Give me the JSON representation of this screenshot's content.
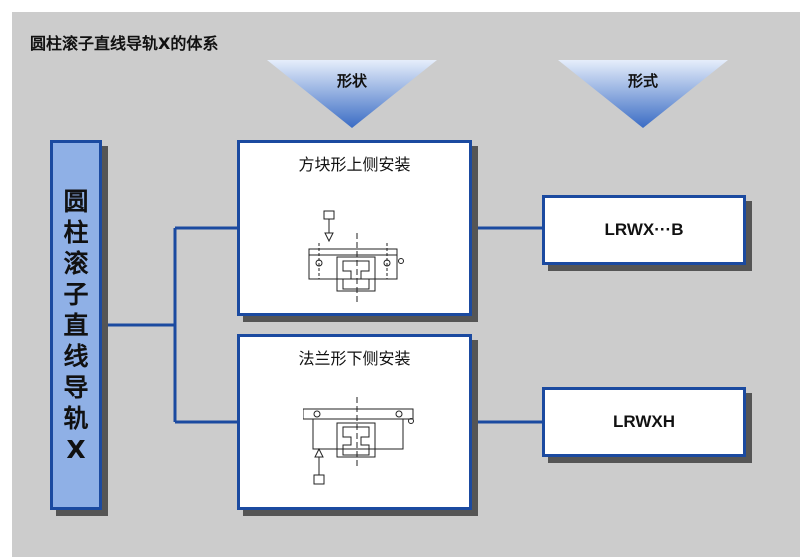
{
  "title": "圆柱滚子直线导轨X的体系",
  "headers": {
    "shape": "形状",
    "type": "形式"
  },
  "vertical_label": "圆柱滚子直线导轨X",
  "shapes": [
    {
      "label": "方块形上侧安装"
    },
    {
      "label": "法兰形下侧安装"
    }
  ],
  "types": [
    {
      "label": "LRWX···B"
    },
    {
      "label": "LRWXH"
    }
  ],
  "colors": {
    "border": "#1b4aa0",
    "vertical_fill": "#8fb0e6",
    "background": "#cccccc"
  }
}
